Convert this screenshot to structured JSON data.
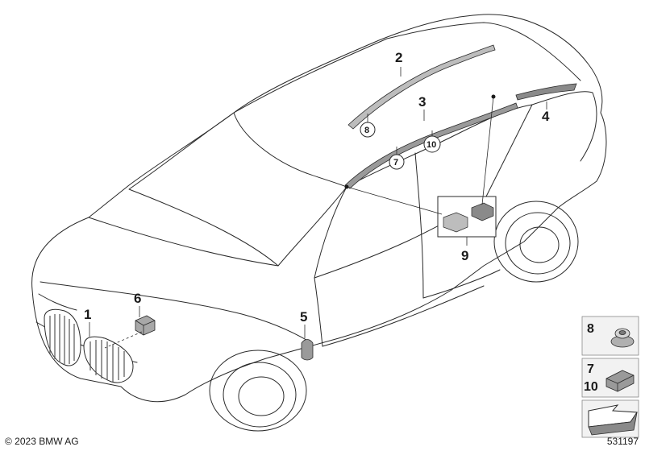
{
  "callouts": {
    "c1": "1",
    "c2": "2",
    "c3": "3",
    "c4": "4",
    "c5": "5",
    "c6": "6",
    "c7": "7",
    "c8": "8",
    "c9": "9",
    "c10": "10"
  },
  "legend": {
    "item_8": "8",
    "item_7": "7",
    "item_10": "10"
  },
  "footer": {
    "copyright": "© 2023 BMW AG",
    "diagram_id": "531197"
  }
}
